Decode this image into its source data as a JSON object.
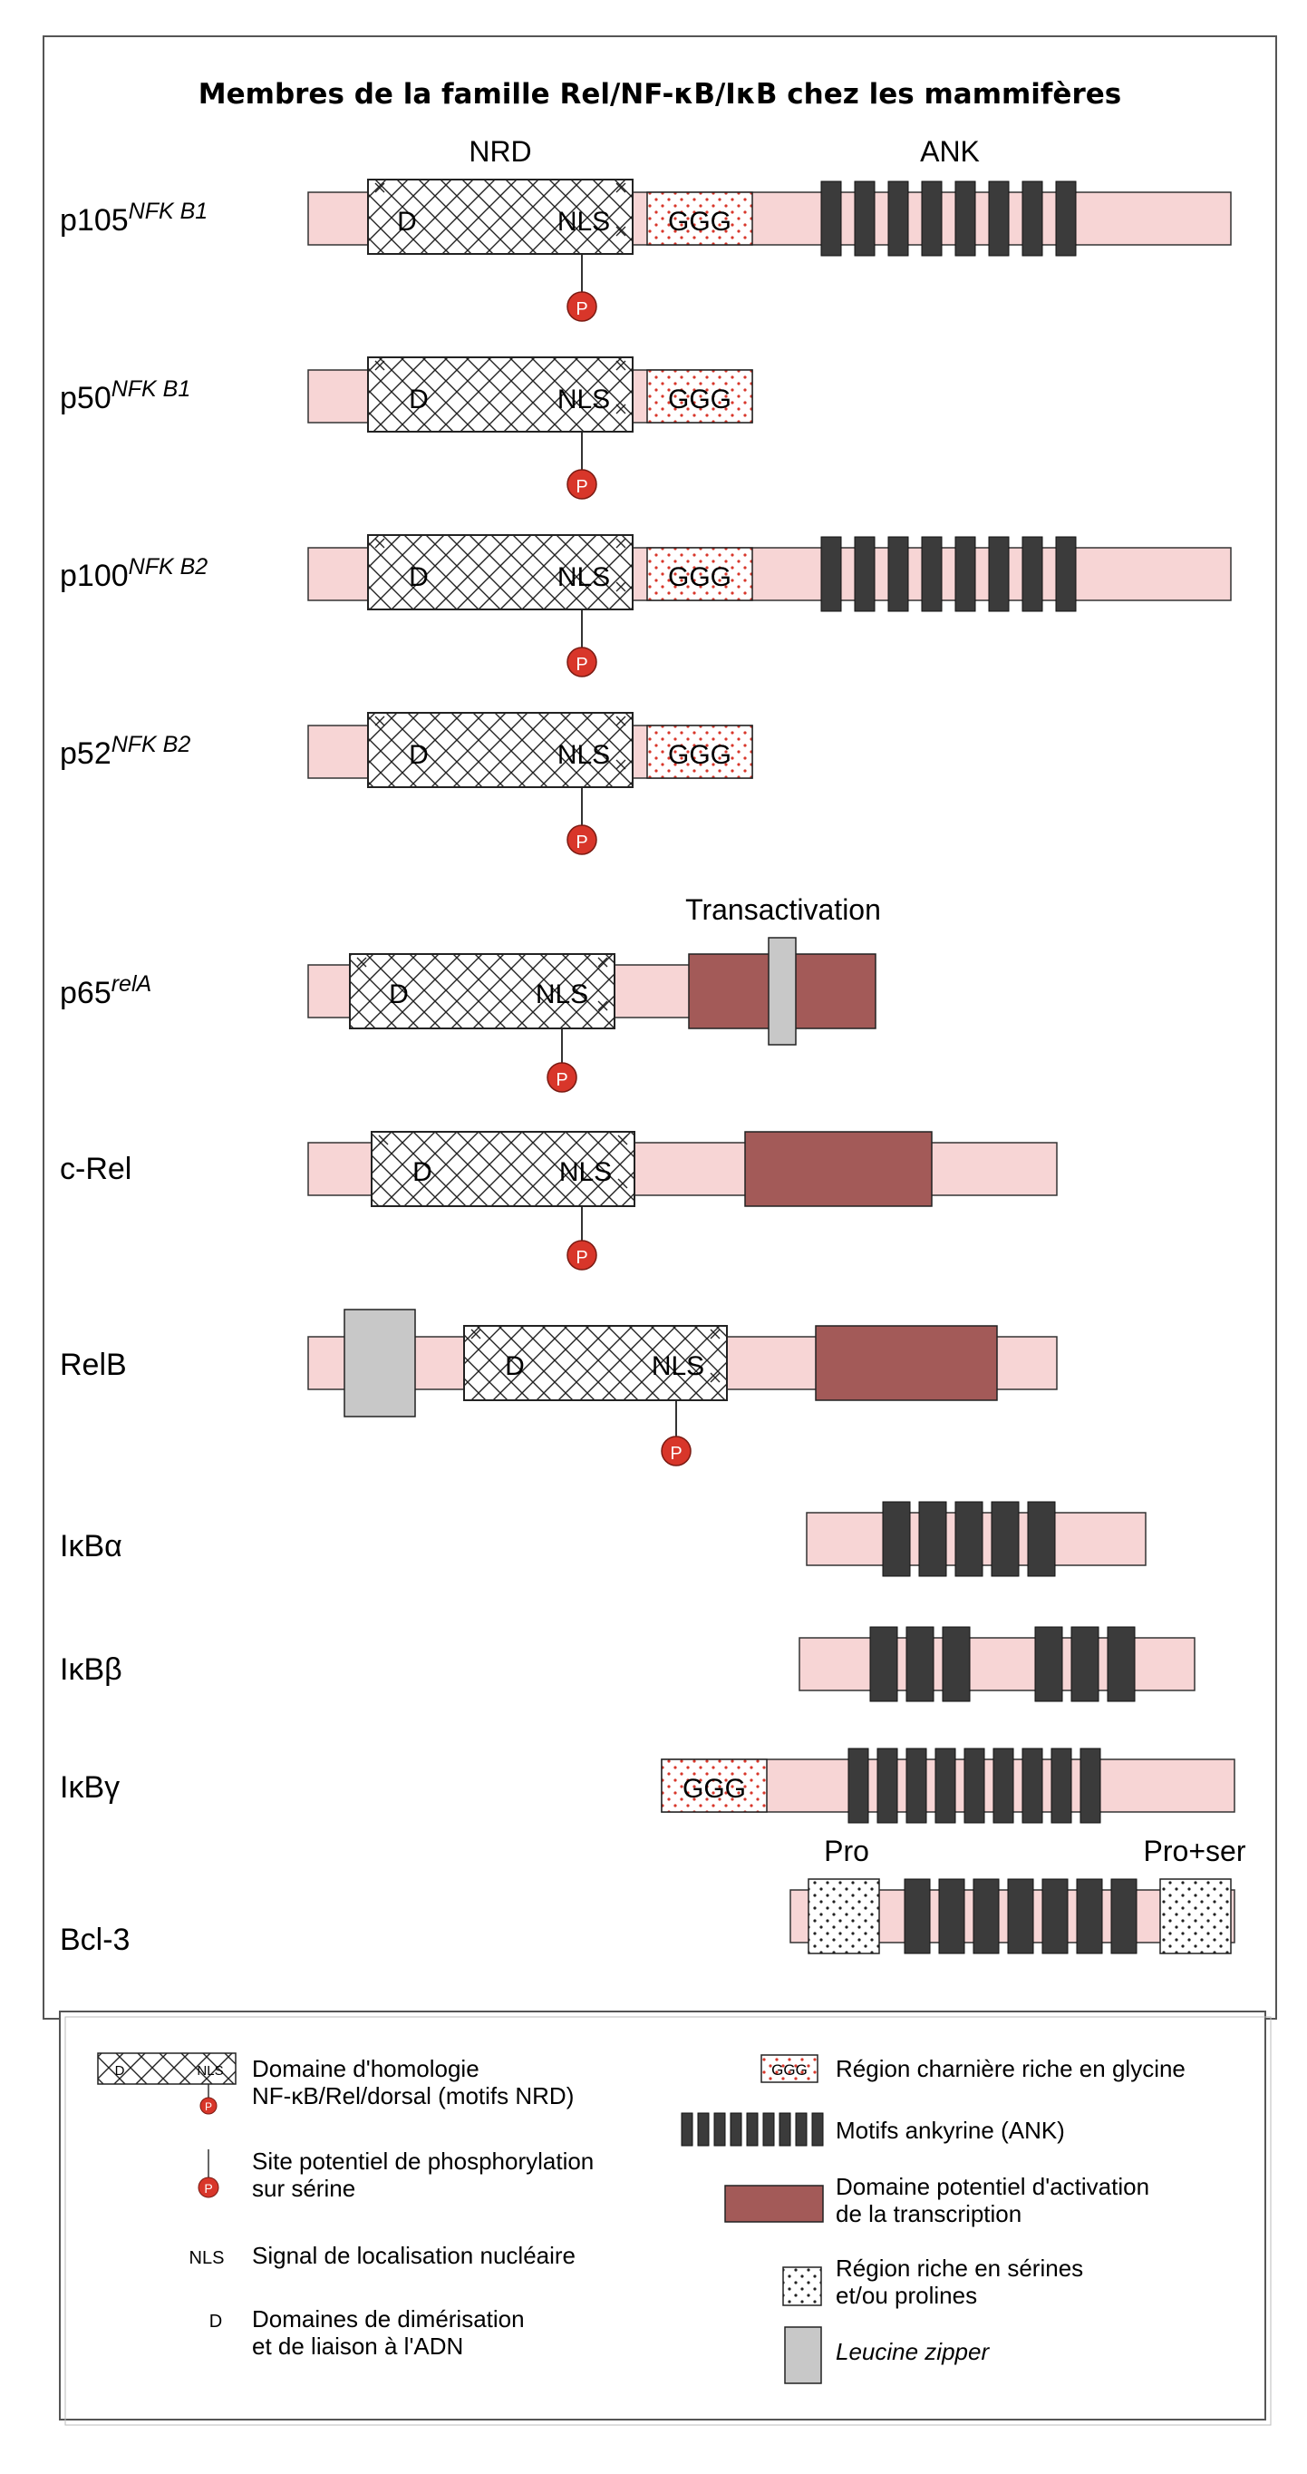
{
  "title": "Membres de la famille Rel/NF-κB/IκB chez les mammifères",
  "colors": {
    "backbone": "#f7d5d5",
    "ank": "#3b3b3b",
    "activation": "#a35a58",
    "phospho": "#d8362a",
    "zipper": "#c8c8c8",
    "ggg_dot": "#d8362a",
    "frame": "#555555"
  },
  "headers": {
    "nrd": "NRD",
    "ank": "ANK",
    "transactivation": "Transactivation",
    "pro": "Pro",
    "proser": "Pro+ser"
  },
  "box_text": {
    "d": "D",
    "nls": "NLS",
    "ggg": "GGG",
    "p": "P"
  },
  "proteins": [
    {
      "id": "p105",
      "base": "p105",
      "sup": "NFK B1"
    },
    {
      "id": "p50",
      "base": "p50",
      "sup": "NFK B1"
    },
    {
      "id": "p100",
      "base": "p100",
      "sup": "NFK B2"
    },
    {
      "id": "p52",
      "base": "p52",
      "sup": "NFK B2"
    },
    {
      "id": "p65",
      "base": "p65",
      "sup": "relA"
    },
    {
      "id": "crel",
      "base": "c-Rel",
      "sup": ""
    },
    {
      "id": "relb",
      "base": "RelB",
      "sup": ""
    },
    {
      "id": "ikba",
      "base": "IκBα",
      "sup": ""
    },
    {
      "id": "ikbb",
      "base": "IκBβ",
      "sup": ""
    },
    {
      "id": "ikbg",
      "base": "IκBγ",
      "sup": ""
    },
    {
      "id": "bcl3",
      "base": "Bcl-3",
      "sup": ""
    }
  ],
  "legend": {
    "nrd": "Domaine d'homologie\nNF-κB/Rel/dorsal (motifs NRD)",
    "phospho": "Site potentiel de phosphorylation\nsur sérine",
    "nls_abbr": "NLS",
    "nls": "Signal de localisation nucléaire",
    "d_abbr": "D",
    "d": "Domaines de dimérisation\net de liaison à l'ADN",
    "ggg": "Région charnière riche en glycine",
    "ank": "Motifs ankyrine (ANK)",
    "activation": "Domaine potentiel d'activation\nde la transcription",
    "serpro": "Région riche en sérines\net/ou prolines",
    "zipper": "Leucine zipper"
  }
}
